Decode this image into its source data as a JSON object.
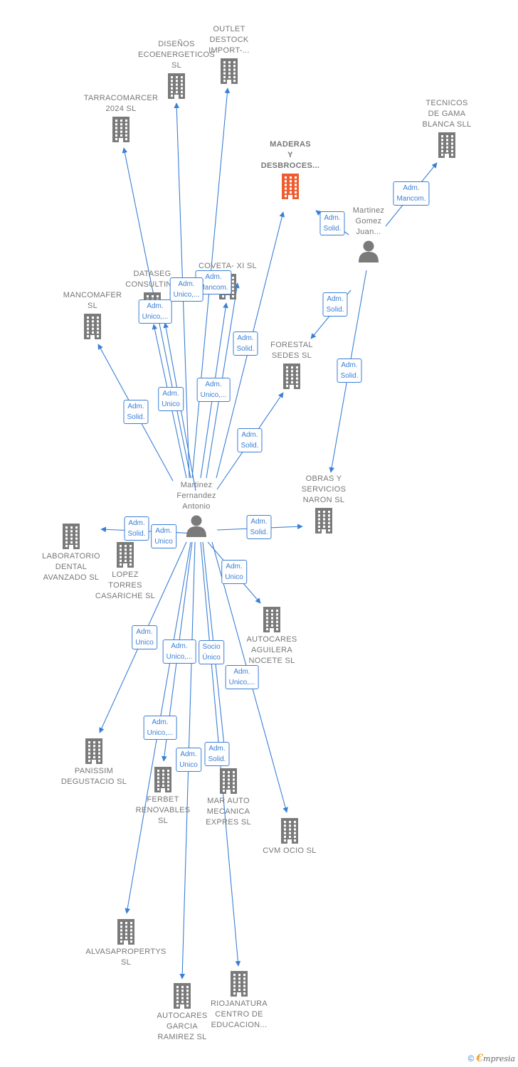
{
  "colors": {
    "edge": "#3a7fd5",
    "building": "#7a7a7a",
    "building_highlight": "#ee5c2f",
    "person": "#7a7a7a"
  },
  "icons": {
    "building": "building-icon",
    "person": "person-icon"
  },
  "nodes": [
    {
      "id": "main",
      "label": "MADERAS\nY\nDESBROCES...",
      "icon": "building",
      "highlight": true
    },
    {
      "id": "tecnicos",
      "label": "TECNICOS\nDE GAMA\nBLANCA  SLL",
      "icon": "building"
    },
    {
      "id": "outlet",
      "label": "OUTLET\nDESTOCK\nIMPORT-...",
      "icon": "building"
    },
    {
      "id": "disenos",
      "label": "DISEÑOS\nECOENERGETICOS\nSL",
      "icon": "building"
    },
    {
      "id": "tarraco",
      "label": "TARRACOMARCER\n2024  SL",
      "icon": "building"
    },
    {
      "id": "dataseg",
      "label": "DATASEG\nCONSULTIN...",
      "icon": "building"
    },
    {
      "id": "coveta",
      "label": "COVETA- XI  SL",
      "icon": "building"
    },
    {
      "id": "mancomafer",
      "label": "MANCOMAFER\nSL",
      "icon": "building"
    },
    {
      "id": "forestal",
      "label": "FORESTAL\nSEDES  SL",
      "icon": "building"
    },
    {
      "id": "obras",
      "label": "OBRAS Y\nSERVICIOS\nNARON SL",
      "icon": "building"
    },
    {
      "id": "lab",
      "label": "LABORATORIO\nDENTAL\nAVANZADO SL",
      "icon": "building"
    },
    {
      "id": "lopez",
      "label": "LOPEZ\nTORRES\nCASARICHE SL",
      "icon": "building"
    },
    {
      "id": "autocares_ag",
      "label": "AUTOCARES\nAGUILERA\nNOCETE  SL",
      "icon": "building"
    },
    {
      "id": "panissim",
      "label": "PANISSIM\nDEGUSTACIO SL",
      "icon": "building"
    },
    {
      "id": "ferbet",
      "label": "FERBET\nRENOVABLES\nSL",
      "icon": "building"
    },
    {
      "id": "mar",
      "label": "MAR AUTO\nMECANICA\nEXPRES  SL",
      "icon": "building"
    },
    {
      "id": "cvm",
      "label": "CVM OCIO SL",
      "icon": "building"
    },
    {
      "id": "alvasa",
      "label": "ALVASAPROPERTYS\nSL",
      "icon": "building"
    },
    {
      "id": "autocares_gr",
      "label": "AUTOCARES\nGARCIA\nRAMIREZ  SL",
      "icon": "building"
    },
    {
      "id": "rioja",
      "label": "RIOJANATURA\nCENTRO DE\nEDUCACION...",
      "icon": "building"
    },
    {
      "id": "martinez_fa",
      "label": "Martinez\nFernandez\nAntonio",
      "icon": "person"
    },
    {
      "id": "martinez_gj",
      "label": "Martinez\nGomez\nJuan...",
      "icon": "person"
    }
  ],
  "relations": [
    {
      "label": "Adm.\nMancom."
    },
    {
      "label": "Adm.\nSolid."
    },
    {
      "label": "Adm.\nSolid."
    },
    {
      "label": "Adm.\nSolid."
    },
    {
      "label": "Adm.\nSolid."
    },
    {
      "label": "Adm.\nUnico,..."
    },
    {
      "label": "Adm.\nMancom."
    },
    {
      "label": "Adm.\nUnico,..."
    },
    {
      "label": "Adm.\nSolid."
    },
    {
      "label": "Adm.\nUnico"
    },
    {
      "label": "Adm.\nUnico,..."
    },
    {
      "label": "Adm.\nSolid."
    },
    {
      "label": "Adm.\nSolid."
    },
    {
      "label": "Adm.\nSolid."
    },
    {
      "label": "Adm.\nUnico"
    },
    {
      "label": "Adm.\nUnico"
    },
    {
      "label": "Adm.\nUnico"
    },
    {
      "label": "Adm.\nUnico,..."
    },
    {
      "label": "Socio\nÚnico"
    },
    {
      "label": "Adm.\nUnico,..."
    },
    {
      "label": "Adm.\nUnico,..."
    },
    {
      "label": "Adm.\nUnico"
    },
    {
      "label": "Adm.\nSolid."
    }
  ],
  "footer": {
    "copyright": "©",
    "brand_initial": "€",
    "brand_rest": "mpresia"
  }
}
